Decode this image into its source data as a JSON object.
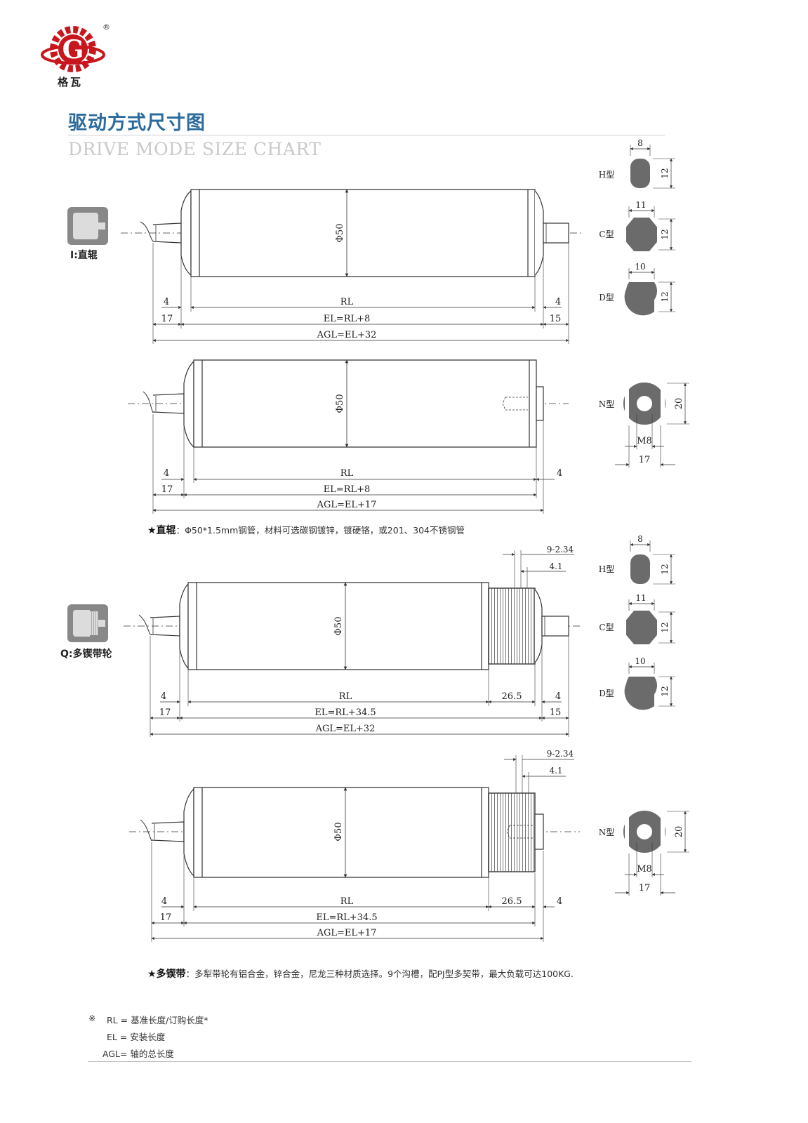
{
  "brand": {
    "name": "格瓦",
    "registered_mark": "®",
    "logo_letter": "G",
    "color": "#c8161d"
  },
  "title": {
    "cn": "驱动方式尺寸图",
    "en": "DRIVE MODE SIZE CHART",
    "cn_color": "#2c6b9c"
  },
  "types": [
    {
      "label": "I:直辊"
    },
    {
      "label": "Q:多锲带轮"
    }
  ],
  "sections": [
    {
      "top": {
        "dia": "Φ50",
        "left_offset": "4",
        "right_offset": "4",
        "rl": "RL",
        "left_shaft": "17",
        "el": "EL=RL+8",
        "right_shaft": "15",
        "agl": "AGL=EL+32"
      },
      "bottom": {
        "dia": "Φ50",
        "left_offset": "4",
        "right_offset": "4",
        "rl": "RL",
        "left_shaft": "17",
        "el": "EL=RL+8",
        "agl": "AGL=EL+17"
      },
      "note": {
        "label": "★直辊",
        "text": "：Φ50*1.5mm钢管，材料可选碳钢镀锌，镀硬铬，或201、304不锈钢管"
      }
    },
    {
      "top": {
        "dia": "Φ50",
        "left_offset": "4",
        "right_offset": "4",
        "rl": "RL",
        "groove_len": "26.5",
        "left_shaft": "17",
        "el": "EL=RL+34.5",
        "right_shaft": "15",
        "agl": "AGL=EL+32",
        "grooves": "9-2.34",
        "pitch": "4.1"
      },
      "bottom": {
        "dia": "Φ50",
        "left_offset": "4",
        "right_offset": "4",
        "rl": "RL",
        "groove_len": "26.5",
        "left_shaft": "17",
        "el": "EL=RL+34.5",
        "agl": "AGL=EL+17",
        "grooves": "9-2.34",
        "pitch": "4.1"
      },
      "note": {
        "label": "★多锲带",
        "text": "：多犁带轮有铝合金，锌合金，尼龙三种材质选择。9个沟槽，配PJ型多契带，最大负载可达100KG."
      }
    }
  ],
  "shaft_types": {
    "h": {
      "label": "H型",
      "width": "8",
      "height": "12"
    },
    "c": {
      "label": "C型",
      "width": "11",
      "height": "12"
    },
    "d": {
      "label": "D型",
      "width": "10",
      "height": "12"
    },
    "n": {
      "label": "N型",
      "thread": "M8",
      "width": "17",
      "height": "20"
    }
  },
  "legend": {
    "mark": "※",
    "items": [
      "RL = 基准长度/订购长度*",
      "EL = 安装长度",
      "AGL= 轴的总长度"
    ]
  }
}
